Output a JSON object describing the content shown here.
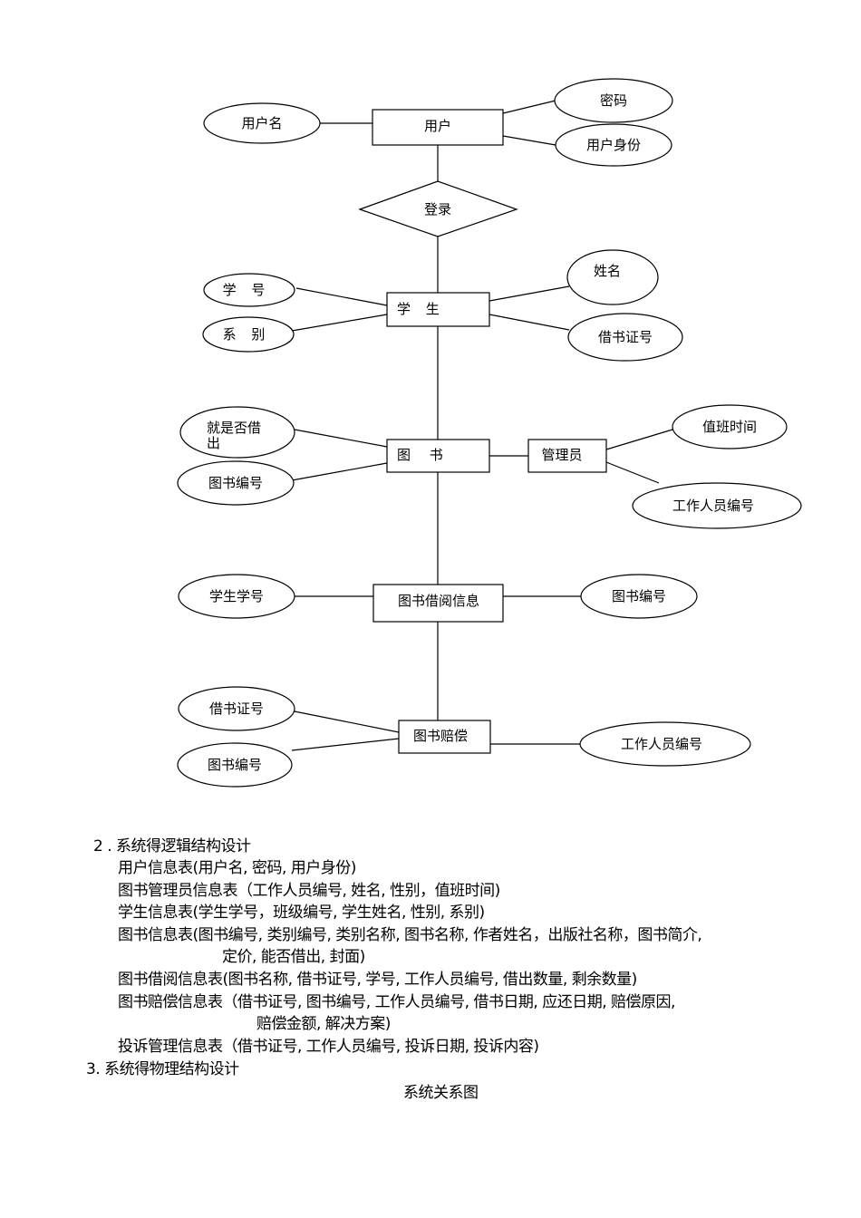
{
  "er_diagram": {
    "user": {
      "entity": "用户",
      "attrs": [
        "用户名",
        "密码",
        "用户身份"
      ]
    },
    "login": "登录",
    "student": {
      "entity": "学 生",
      "attrs": [
        "学 号",
        "系 别",
        "姓名",
        "借书证号"
      ]
    },
    "book": {
      "entity": "图 书",
      "attrs": [
        "就是否借",
        "出",
        "图书编号"
      ]
    },
    "admin": {
      "entity": "管理员",
      "attrs": [
        "值班时间",
        "工作人员编号"
      ]
    },
    "borrow": {
      "entity": "图书借阅信息",
      "attrs": [
        "学生学号",
        "图书编号"
      ]
    },
    "compensation": {
      "entity": "图书赔偿",
      "attrs": [
        "借书证号",
        "图书编号",
        "工作人员编号"
      ]
    }
  },
  "text": {
    "section2": "2 . 系统得逻辑结构设计",
    "tables": [
      "用户信息表(用户名, 密码, 用户身份)",
      "图书管理员信息表（工作人员编号, 姓名, 性别，值班时间)",
      "学生信息表(学生学号，班级编号, 学生姓名, 性别, 系别)",
      "图书信息表(图书编号, 类别编号, 类别名称, 图书名称, 作者姓名，出版社名称，图书简介,",
      "定价, 能否借出, 封面)",
      "图书借阅信息表(图书名称, 借书证号, 学号, 工作人员编号, 借出数量, 剩余数量)",
      "图书赔偿信息表（借书证号, 图书编号, 工作人员编号, 借书日期, 应还日期, 赔偿原因,",
      "赔偿金额, 解决方案)",
      "投诉管理信息表（借书证号, 工作人员编号, 投诉日期, 投诉内容)"
    ],
    "section3": "3. 系统得物理结构设计",
    "caption": "系统关系图"
  }
}
